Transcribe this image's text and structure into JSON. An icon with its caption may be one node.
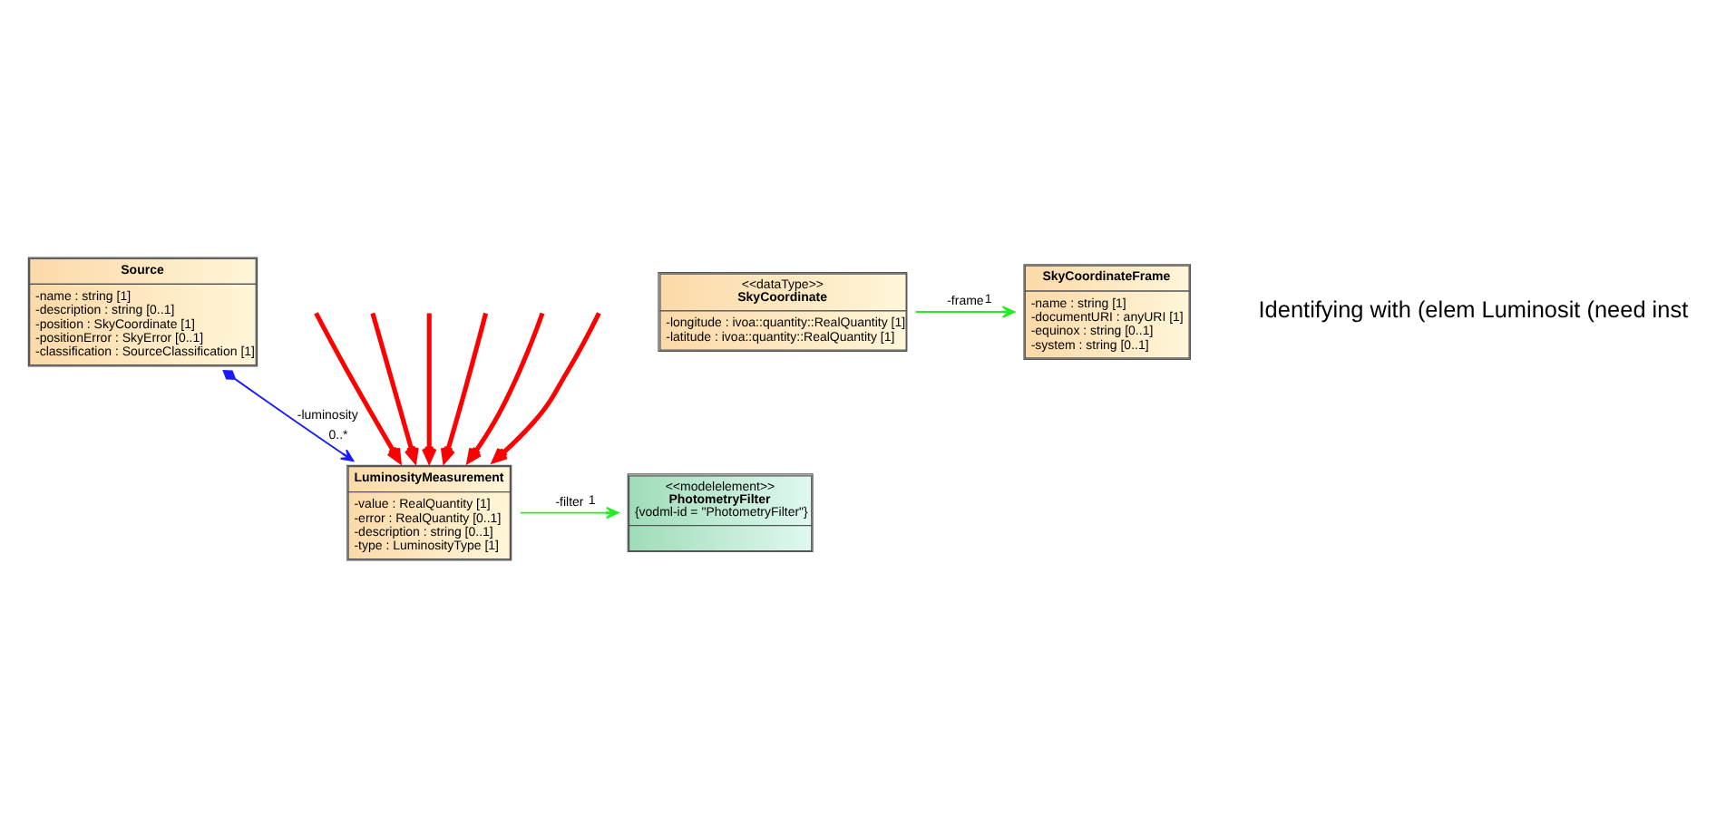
{
  "diagram": {
    "nodes": [
      {
        "text": [
          "Source",
          "-name : string [1]",
          "-description : string [0..1]",
          "-position : SkyCoordinate [1]",
          "-positionError : SkyError [0..1]",
          "-classification : SourceClassification [1]"
        ]
      },
      {
        "text": [
          "<<dataType>>",
          "SkyCoordinate",
          "-longitude : ivoa::quantity::RealQuantity [1]",
          "-latitude : ivoa::quantity::RealQuantity [1]"
        ]
      },
      {
        "text": [
          "SkyCoordinateFrame",
          "-name : string [1]",
          "-documentURI : anyURI [1]",
          "-equinox : string [0..1]",
          "-system : string [0..1]"
        ]
      },
      {
        "text": [
          "LuminosityMeasurement",
          "-value : RealQuantity [1]",
          "-error : RealQuantity [0..1]",
          "-description : string [0..1]",
          "-type : LuminosityType [1]"
        ]
      },
      {
        "text": [
          "<<modelelement>>",
          "PhotometryFilter",
          "{vodml-id = \"PhotometryFilter\"}"
        ]
      }
    ],
    "edges": [
      {
        "from": 1,
        "to": 2,
        "arrow": "to",
        "label": "-frame",
        "color": "#22ee22"
      },
      {
        "from": 0,
        "to": 3,
        "arrow": "to",
        "label": "-luminosity",
        "color": "#1a1aff"
      },
      {
        "from": 3,
        "to": 4,
        "arrow": "to",
        "label": "-filter",
        "color": "#22ee22"
      },
      {
        "from": null,
        "to": 3,
        "arrow": "to"
      },
      {
        "from": null,
        "to": 3,
        "arrow": "to"
      },
      {
        "from": null,
        "to": 3,
        "arrow": "to"
      },
      {
        "from": null,
        "to": 3,
        "arrow": "to"
      },
      {
        "from": null,
        "to": 3,
        "arrow": "to"
      },
      {
        "from": null,
        "to": 3,
        "arrow": "to"
      }
    ],
    "labels": [
      "1",
      "0..*",
      "1",
      "Identifying with (elem Luminosit (need inst"
    ]
  }
}
